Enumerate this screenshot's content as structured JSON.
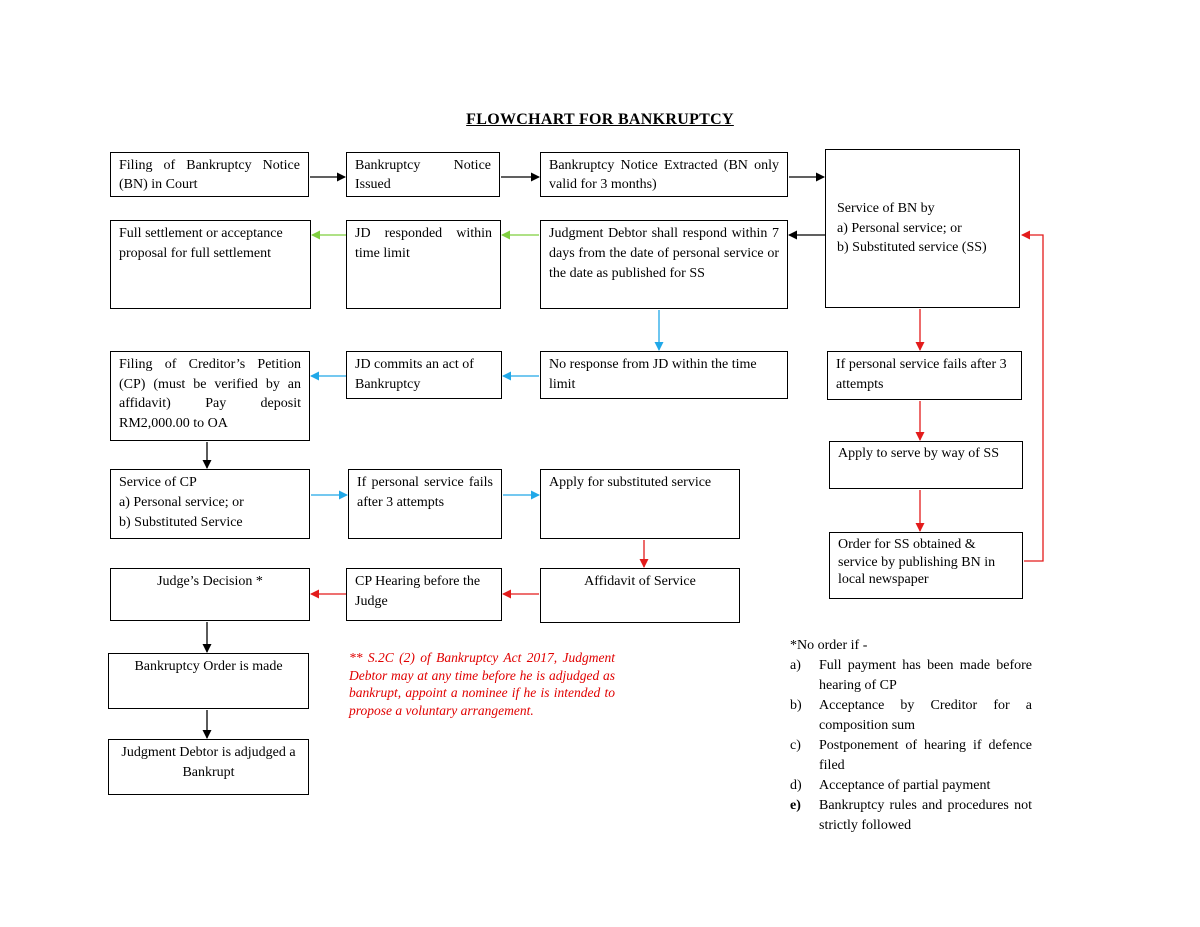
{
  "title": "FLOWCHART FOR BANKRUPTCY",
  "colors": {
    "black": "#000000",
    "green": "#7fcf3f",
    "blue": "#20a8e8",
    "red": "#e31b1b",
    "note": "#e00000"
  },
  "boxes": {
    "filing_bn": "Filing of Bankruptcy Notice (BN) in Court",
    "bn_issued": "Bankruptcy Notice Issued",
    "bn_extracted": "Bankruptcy Notice Extracted (BN only valid for 3 months)",
    "service_bn": {
      "line1": "Service of BN by",
      "line2": "a) Personal service; or",
      "line3": "b) Substituted service (SS)"
    },
    "full_settlement": "Full settlement or acceptance proposal for full settlement",
    "jd_responded": "JD responded within time limit",
    "jd_respond": "Judgment Debtor shall respond within 7 days from the date of personal service or the date as published for SS",
    "filing_cp": "Filing of Creditor’s Petition (CP) (must be verified by an affidavit) Pay deposit RM2,000.00 to OA",
    "jd_commits": "JD commits an act of Bankruptcy",
    "no_response": "No response from JD within the time limit",
    "ps_fails_right": "If personal service fails after 3 attempts",
    "apply_ss_right": "Apply to serve by way of SS",
    "order_ss": "Order for SS obtained & service by publishing BN in local newspaper",
    "service_cp": {
      "line1": "Service of CP",
      "line2": "a) Personal service; or",
      "line3": "b) Substituted Service"
    },
    "ps_fails_mid": "If personal service fails after 3 attempts",
    "apply_ss_mid": "Apply for substituted service",
    "affidavit": "Affidavit of Service",
    "cp_hearing": "CP Hearing before the Judge",
    "judge_decision": "Judge’s Decision *",
    "bankruptcy_order": "Bankruptcy Order is made",
    "jd_adjudged": "Judgment Debtor is adjudged a Bankrupt"
  },
  "note": "** S.2C (2) of Bankruptcy Act 2017, Judgment Debtor may at any time before he is adjudged as bankrupt, appoint a nominee if he is intended to propose a voluntary arrangement.",
  "legend": {
    "heading": "*No order if -",
    "items": [
      {
        "label": "a)",
        "text": "Full payment has been made before hearing of CP"
      },
      {
        "label": "b)",
        "text": "Acceptance by Creditor for a composition sum"
      },
      {
        "label": "c)",
        "text": "Postponement of hearing if defence filed"
      },
      {
        "label": "d)",
        "text": "Acceptance of partial payment"
      },
      {
        "label": "e)",
        "text": "Bankruptcy rules and procedures not strictly followed"
      }
    ]
  }
}
